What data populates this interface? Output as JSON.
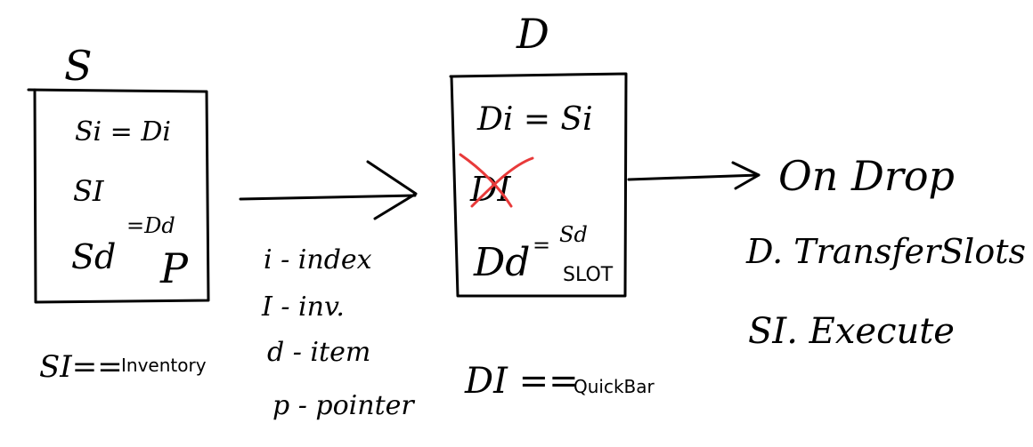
{
  "box_s": {
    "title": "S",
    "line1": "Si = Di",
    "line2": "SI",
    "line3_left": "Sd",
    "line3_eq": "=Dd",
    "line3_right": "P"
  },
  "box_d": {
    "title": "D",
    "line1": "Di = Si",
    "line2_crossed": "DI",
    "line3_left": "Dd",
    "line3_eq": "=",
    "line3_top": "Sd",
    "line3_bottom": "SLOT"
  },
  "legend": {
    "i": "i - index",
    "inv": "I - inv.",
    "item": "d - item",
    "pointer": "p - pointer"
  },
  "outcome": {
    "label": "On Drop",
    "step1": "D. TransferSlots",
    "step2": "SI. Execute"
  },
  "notes": {
    "s_prefix": "SI==",
    "s_text": "Inventory",
    "d_prefix": "DI ==",
    "d_text": "QuickBar"
  },
  "colors": {
    "ink": "#000000",
    "cross": "#e83a3a",
    "background": "#ffffff"
  }
}
